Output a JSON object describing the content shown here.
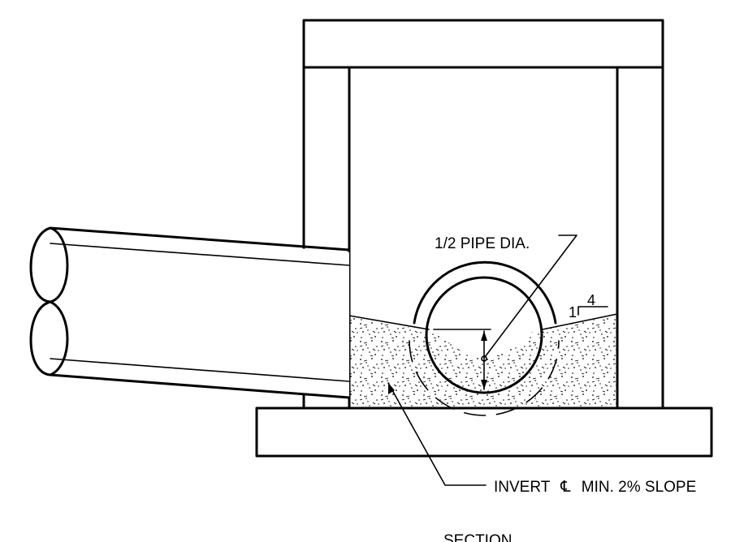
{
  "labels": {
    "pipe_dia": "1/2 PIPE DIA.",
    "invert_prefix": "INVERT",
    "invert_symbol": "℄",
    "invert_suffix": "MIN. 2% SLOPE",
    "slope_rise": "1",
    "slope_run": "4",
    "section": "SECTION"
  },
  "colors": {
    "line": "#000000",
    "background": "#ffffff"
  }
}
